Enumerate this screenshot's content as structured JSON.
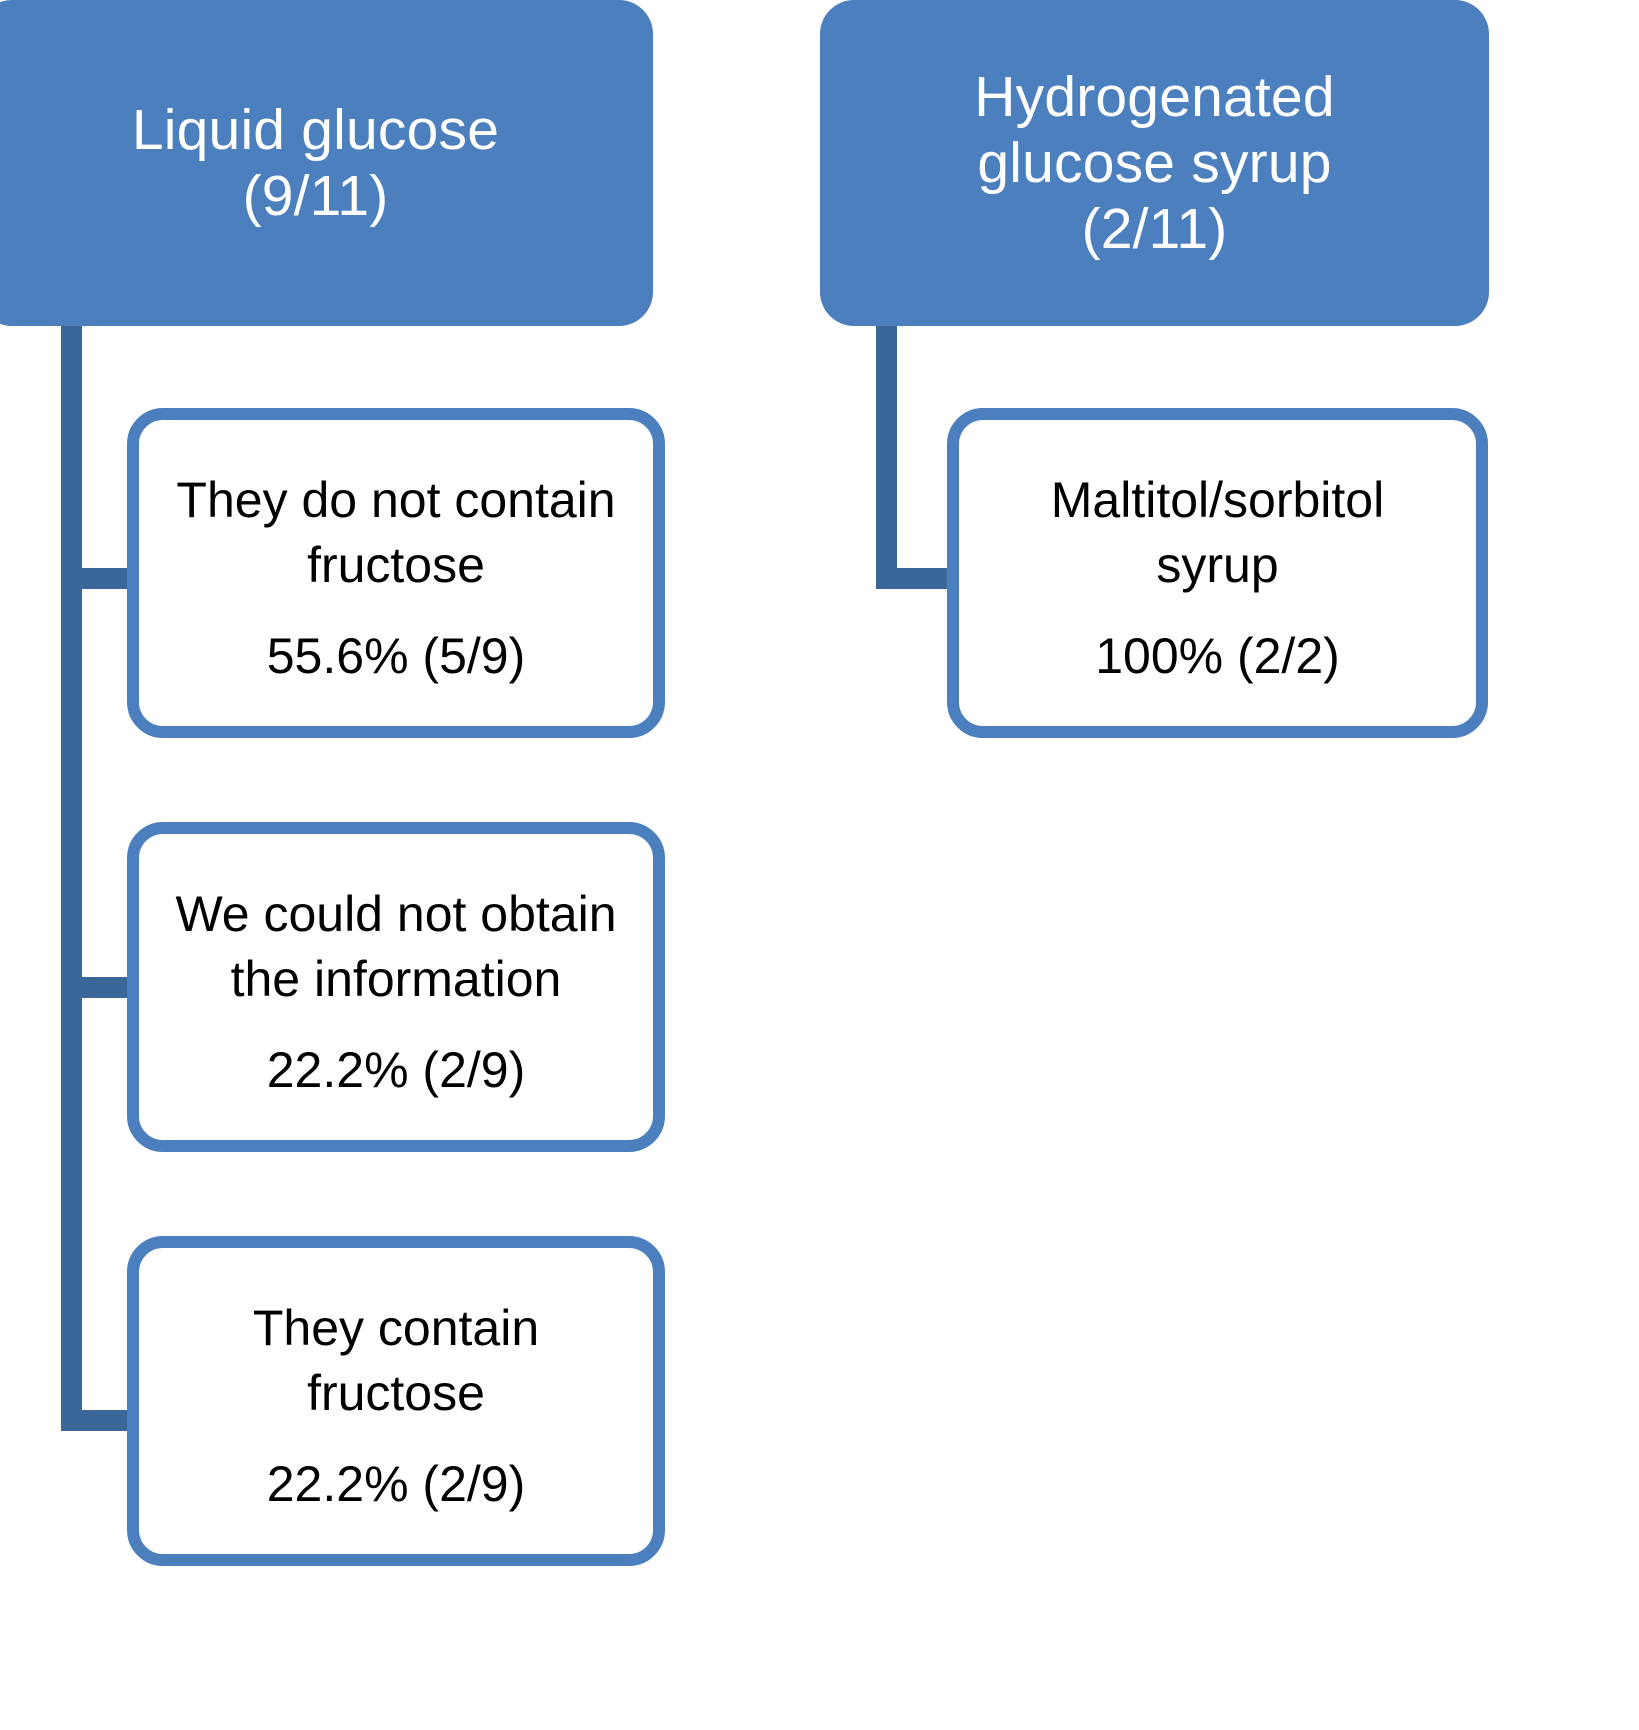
{
  "diagram": {
    "type": "tree",
    "accent_fill": "#4C7FBD",
    "accent_border": "#4C7FBD",
    "connector_color": "#3A6698",
    "background": "#FFFFFF",
    "branches": [
      {
        "id": "liquid-glucose",
        "root": {
          "title_line1": "Liquid glucose",
          "title_line2": "(9/11)",
          "count": "9/11"
        },
        "children": [
          {
            "id": "no-fructose",
            "label": "They do not contain\nfructose",
            "value": "55.6% (5/9)",
            "percent": 55.6,
            "fraction": "5/9"
          },
          {
            "id": "no-information",
            "label": "We could not obtain\nthe information",
            "value": "22.2% (2/9)",
            "percent": 22.2,
            "fraction": "2/9"
          },
          {
            "id": "contain-fructose",
            "label": "They contain\nfructose",
            "value": "22.2% (2/9)",
            "percent": 22.2,
            "fraction": "2/9"
          }
        ]
      },
      {
        "id": "hydrogenated-glucose-syrup",
        "root": {
          "title_line1": "Hydrogenated",
          "title_line2": "glucose syrup",
          "title_line3": "(2/11)",
          "count": "2/11"
        },
        "children": [
          {
            "id": "maltitol-sorbitol-syrup",
            "label": "Maltitol/sorbitol\nsyrup",
            "value": "100% (2/2)",
            "percent": 100,
            "fraction": "2/2"
          }
        ]
      }
    ]
  }
}
